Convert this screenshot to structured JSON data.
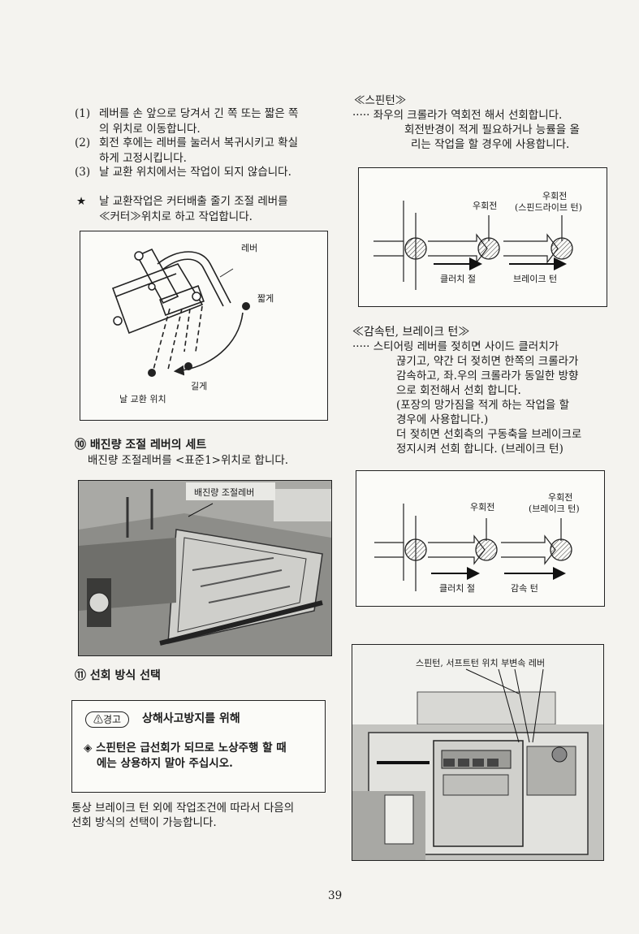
{
  "left_column": {
    "list_items": [
      {
        "marker": "(1)",
        "lines": [
          "레버를 손 앞으로 당겨서 긴 쪽 또는 짧은 쪽",
          "의 위치로 이동합니다."
        ]
      },
      {
        "marker": "(2)",
        "lines": [
          "회전 후에는 레버를 눌러서 복귀시키고 확실",
          "하게 고정시킵니다."
        ]
      },
      {
        "marker": "(3)",
        "lines": [
          "날 교환 위치에서는 작업이 되지 않습니다."
        ]
      }
    ],
    "note": {
      "marker": "★",
      "lines": [
        "날 교환작업은 커터배출 줄기 조절 레버를",
        "≪커터≫위치로 하고 작업합니다."
      ]
    },
    "lever_figure": {
      "lever": "레버",
      "short": "짧게",
      "long": "길게",
      "blade_change": "날 교환 위치"
    },
    "section10": {
      "title": "⑩ 배진량 조절 레버의 세트",
      "body": "배진량 조절레버를 <표준1>위치로 합니다.",
      "photo_label": "배진량 조절레버"
    },
    "section11": {
      "title": "⑪ 선회 방식 선택"
    },
    "warning": {
      "badge": "⚠경고",
      "title": "상해사고방지를 위해",
      "lines": [
        "◈ 스핀턴은 급선회가 되므로 노상주행 할 때",
        "에는 상용하지 말아 주십시오."
      ]
    },
    "closing": [
      "통상 브레이크 턴 외에 작업조건에 따라서 다음의",
      "선회 방식의 선택이 가능합니다."
    ]
  },
  "right_column": {
    "spin_turn": {
      "title": "≪스핀턴≫",
      "lines": [
        "····· 좌우의 크롤라가 역회전 해서 선회합니다.",
        "회전반경이 적게 필요하거나 능률을 올",
        "리는 작업을 할 경우에 사용합니다."
      ],
      "diagram": {
        "right_turn": "우회전",
        "right_turn2": "우회전",
        "sub2": "(스핀드라이브 턴)",
        "clutch_off": "클러치 절",
        "brake_turn": "브레이크 턴"
      }
    },
    "slow_turn": {
      "title": "≪감속턴, 브레이크 턴≫",
      "lines": [
        "····· 스티어링 레버를 젖히면 사이드 클러치가",
        "끊기고, 약간 더 젖히면 한쪽의 크롤라가",
        "감속하고, 좌.우의 크롤라가 동일한 방향",
        "으로 회전해서 선회 합니다.",
        "(포장의 망가짐을 적게 하는 작업을 할",
        "경우에 사용합니다.)",
        "더 젖히면 선회측의 구동축을 브레이크로",
        "정지시켜 선회 합니다. (브레이크 턴)"
      ],
      "diagram": {
        "right_turn": "우회전",
        "right_turn2": "우회전",
        "sub2": "(브레이크 턴)",
        "clutch_off": "클러치 절",
        "slow_turn": "감속 턴"
      }
    },
    "photo_label": "스핀턴, 서프트턴 위치  부변속 레버"
  },
  "page_number": "39"
}
